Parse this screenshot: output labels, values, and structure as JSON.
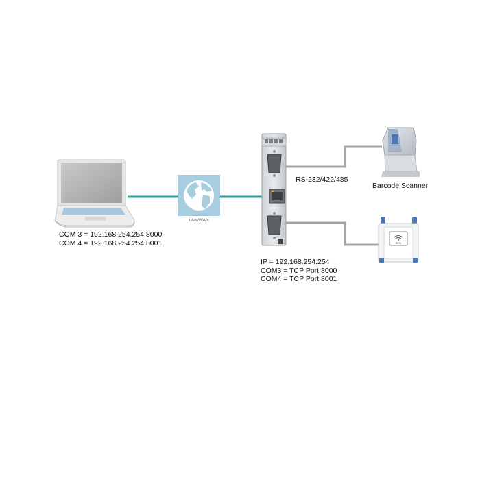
{
  "laptop": {
    "com3": "COM 3 = 192.168.254.254:8000",
    "com4": "COM 4 = 192.168.254.254:8001"
  },
  "network": {
    "label": "LAN/WAN"
  },
  "gateway": {
    "ip": "IP = 192.168.254.254",
    "com3": "COM3 = TCP Port 8000",
    "com4": "COM4 = TCP Port 8001"
  },
  "serial": {
    "label": "RS-232/422/485"
  },
  "scanner": {
    "label": "Barcode Scanner"
  },
  "rfid": {
    "label": "RFID"
  },
  "colors": {
    "ethernet_line": "#2a9d96",
    "serial_line": "#a5a5a5",
    "globe": "#a9cde0"
  }
}
